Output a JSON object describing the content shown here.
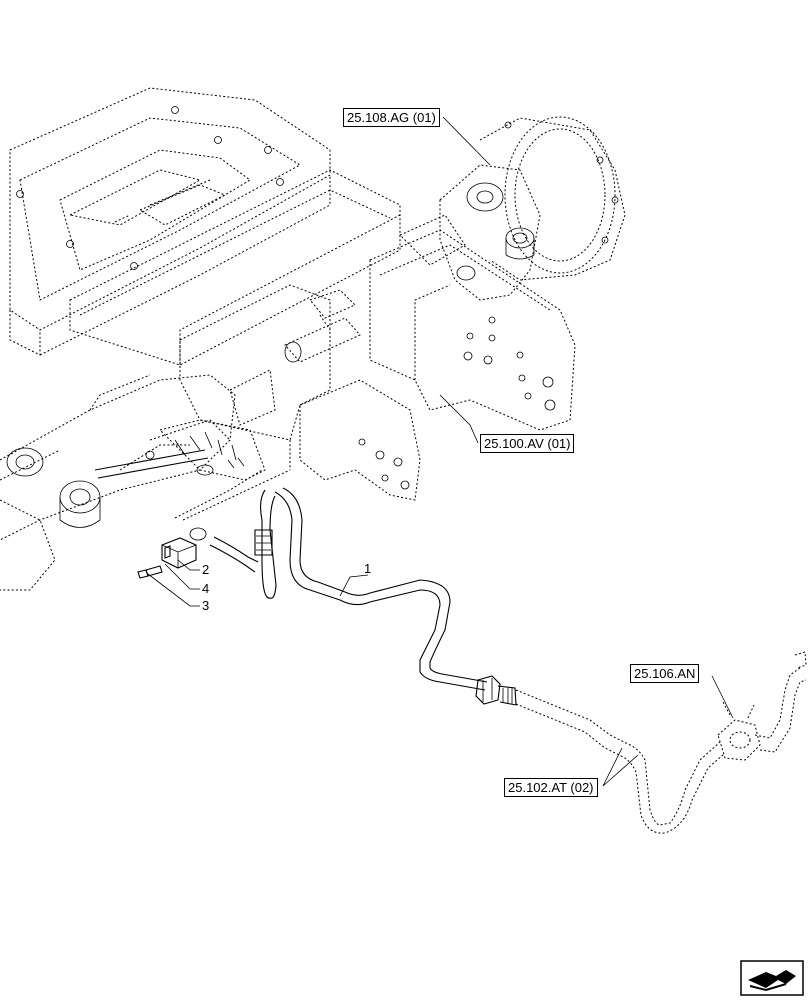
{
  "references": {
    "final_drive": "25.108.AG (01)",
    "axle_housing": "25.100.AV (01)",
    "connector": "25.106.AN",
    "hose": "25.102.AT (02)"
  },
  "item_numbers": {
    "pipe": "1",
    "clamp": "2",
    "bolt": "3",
    "spacer": "4"
  }
}
